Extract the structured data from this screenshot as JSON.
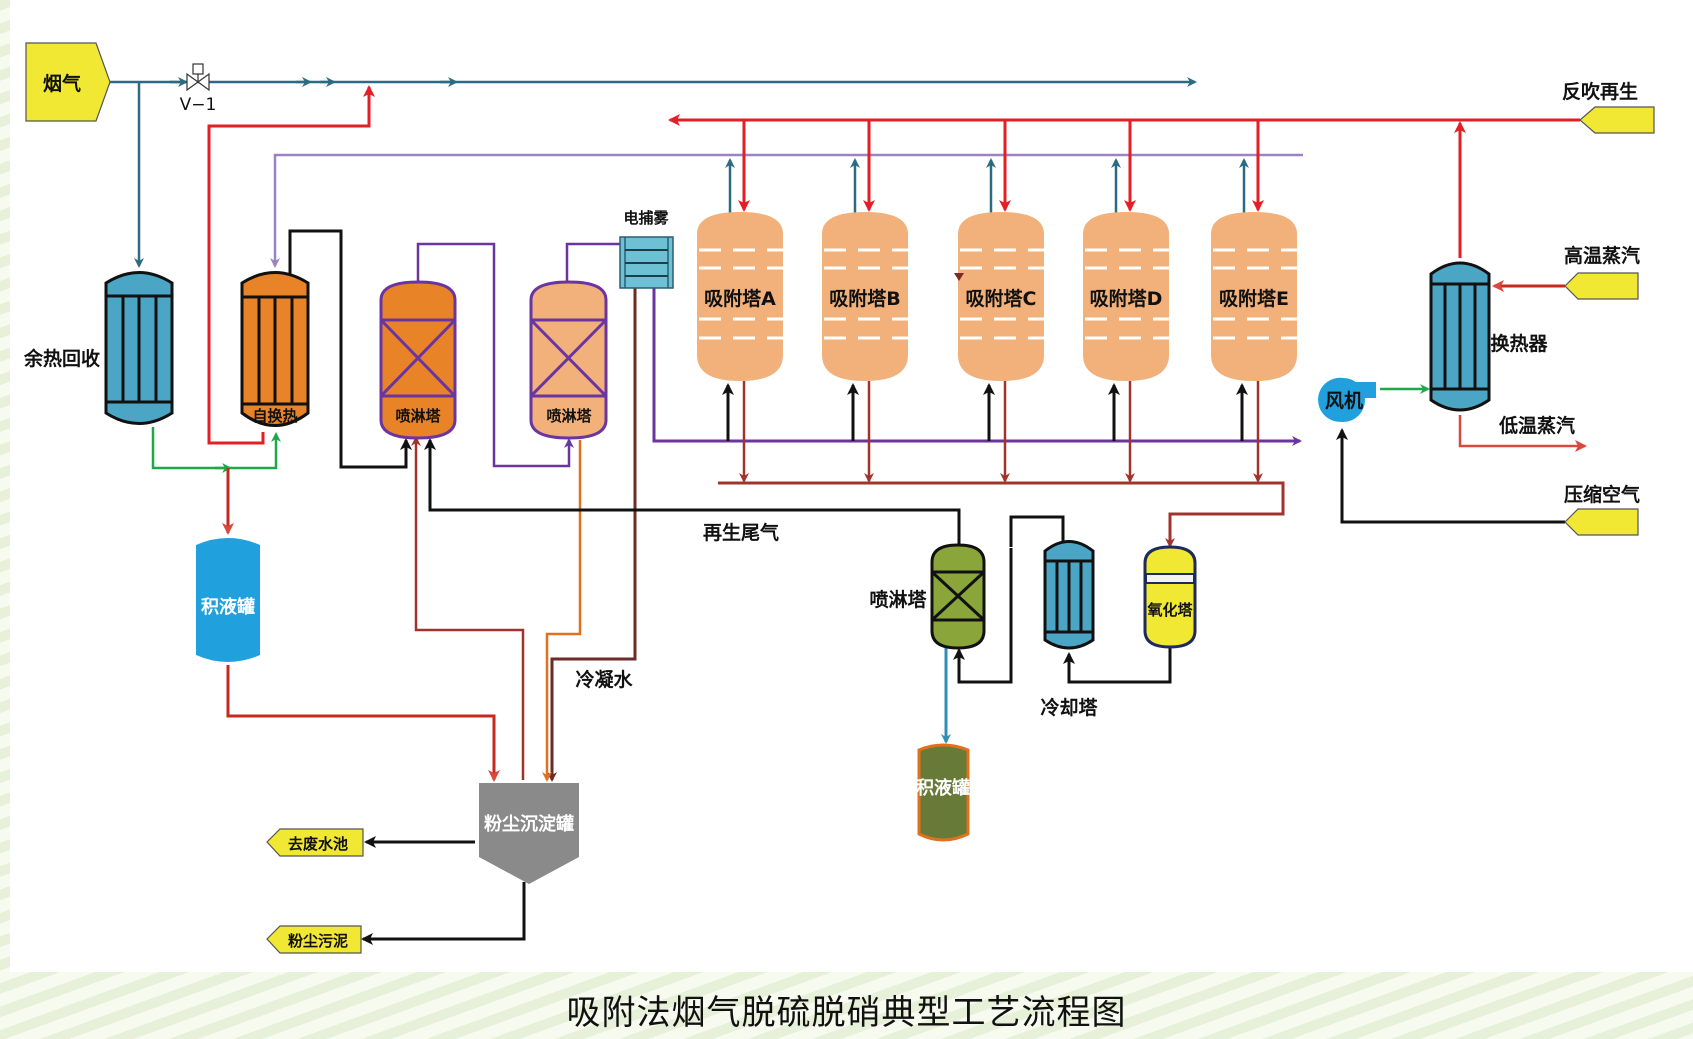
{
  "title": "吸附法烟气脱硫脱硝典型工艺流程图",
  "colors": {
    "flue_gas": "#2a6b82",
    "hot_air": "#e31e24",
    "purple": "#6a35a0",
    "lavender": "#9b82c2",
    "brown": "#a0342c",
    "dark_brown": "#6e2a24",
    "green_line": "#1fa84a",
    "orange_line": "#e2701e",
    "black_line": "#111111",
    "terminal_yellow": "#f0e833",
    "adsorber_fill": "#f2b07a",
    "exchanger_blue": "#4aa6c4",
    "orange_vessel": "#e88328",
    "green_vessel": "#8aa63a",
    "tank_blue": "#20a0dc",
    "settler_gray": "#8a8a8a"
  },
  "terminals": {
    "flue_gas_in": "烟气",
    "backflush_regen": "反吹再生",
    "hp_steam": "高温蒸汽",
    "compressed_air": "压缩空气",
    "waste_water": "去废水池",
    "dust_sludge": "粉尘污泥"
  },
  "valve": {
    "label": "V−1"
  },
  "equipment": {
    "heat_recovery": "余热回收",
    "self_exchange": "自换热",
    "spray_tower_1": "喷淋塔",
    "spray_tower_2": "喷淋塔",
    "mist_eliminator": "电捕雾",
    "adsorbers": [
      "吸附塔A",
      "吸附塔B",
      "吸附塔C",
      "吸附塔D",
      "吸附塔E"
    ],
    "heat_exchanger": "换热器",
    "fan": "风机",
    "low_temp_steam": "低温蒸汽",
    "liquid_tank_1": "积液罐",
    "settling_tank": "粉尘沉淀罐",
    "condensate": "冷凝水",
    "regen_tail_gas": "再生尾气",
    "spray_tower_3": "喷淋塔",
    "cooling_tower": "冷却塔",
    "oxidation_tower": "氧化塔",
    "liquid_tank_2": "积液罐"
  }
}
